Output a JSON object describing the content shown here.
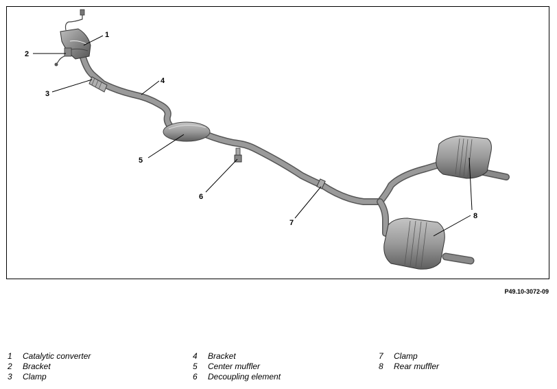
{
  "figure": {
    "code": "P49.10-3072-09",
    "callouts": [
      "1",
      "2",
      "3",
      "4",
      "5",
      "6",
      "7",
      "8",
      "8"
    ]
  },
  "legend": {
    "columns": [
      [
        {
          "number": "1",
          "label": "Catalytic converter"
        },
        {
          "number": "2",
          "label": "Bracket"
        },
        {
          "number": "3",
          "label": "Clamp"
        }
      ],
      [
        {
          "number": "4",
          "label": "Bracket"
        },
        {
          "number": "5",
          "label": "Center muffler"
        },
        {
          "number": "6",
          "label": "Decoupling element"
        }
      ],
      [
        {
          "number": "7",
          "label": "Clamp"
        },
        {
          "number": "8",
          "label": "Rear muffler"
        }
      ]
    ]
  },
  "colors": {
    "frame": "#000000",
    "pipe": "#8c8c8c",
    "pipe_shadow": "#5a5a5a",
    "muffler": "#a3a3a3",
    "muffler_dark": "#6e6e6e"
  }
}
